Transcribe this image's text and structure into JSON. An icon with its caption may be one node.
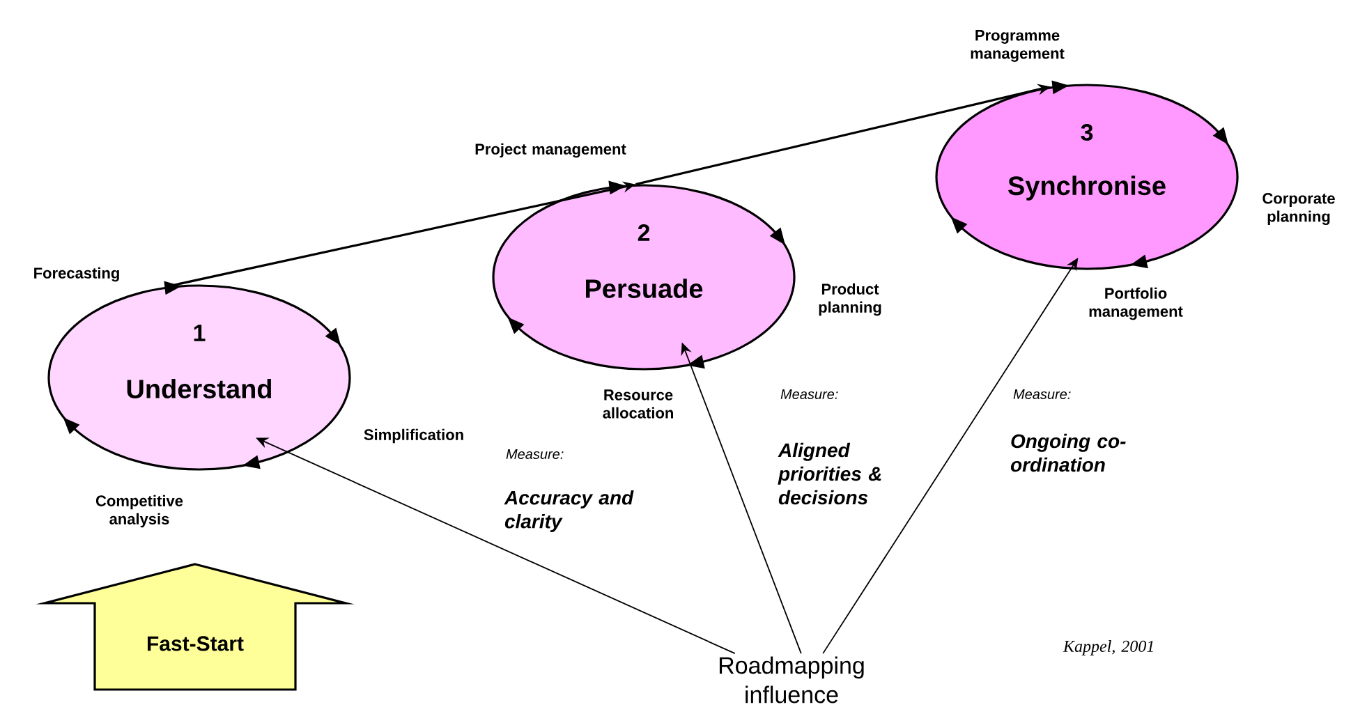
{
  "diagram": {
    "nodes": [
      {
        "text": [
          "1",
          "Understand"
        ]
      },
      {
        "text": [
          "2",
          "Persuade"
        ]
      },
      {
        "text": [
          "3",
          "Synchronise"
        ]
      },
      {
        "text": [
          "Fast-Start"
        ]
      },
      {
        "text": [
          "Roadmapping influence"
        ]
      }
    ],
    "edges": [
      {
        "from": 0,
        "to": 1,
        "arrow": "to"
      },
      {
        "from": 1,
        "to": 2,
        "arrow": "to"
      },
      {
        "from": 4,
        "to": 0,
        "arrow": "to"
      },
      {
        "from": 4,
        "to": 1,
        "arrow": "to"
      },
      {
        "from": 4,
        "to": 2,
        "arrow": "to"
      }
    ],
    "labels": [
      "Programme management",
      "Project management",
      "Corporate planning",
      "Forecasting",
      "Product planning",
      "Portfolio management",
      "Resource allocation",
      "Simplification",
      "Measure:",
      "Aligned priorities & decisions",
      "Measure:",
      "Ongoing co-ordination",
      "Measure:",
      "Accuracy and clarity",
      "Competitive analysis",
      "Kappel, 2001"
    ]
  }
}
